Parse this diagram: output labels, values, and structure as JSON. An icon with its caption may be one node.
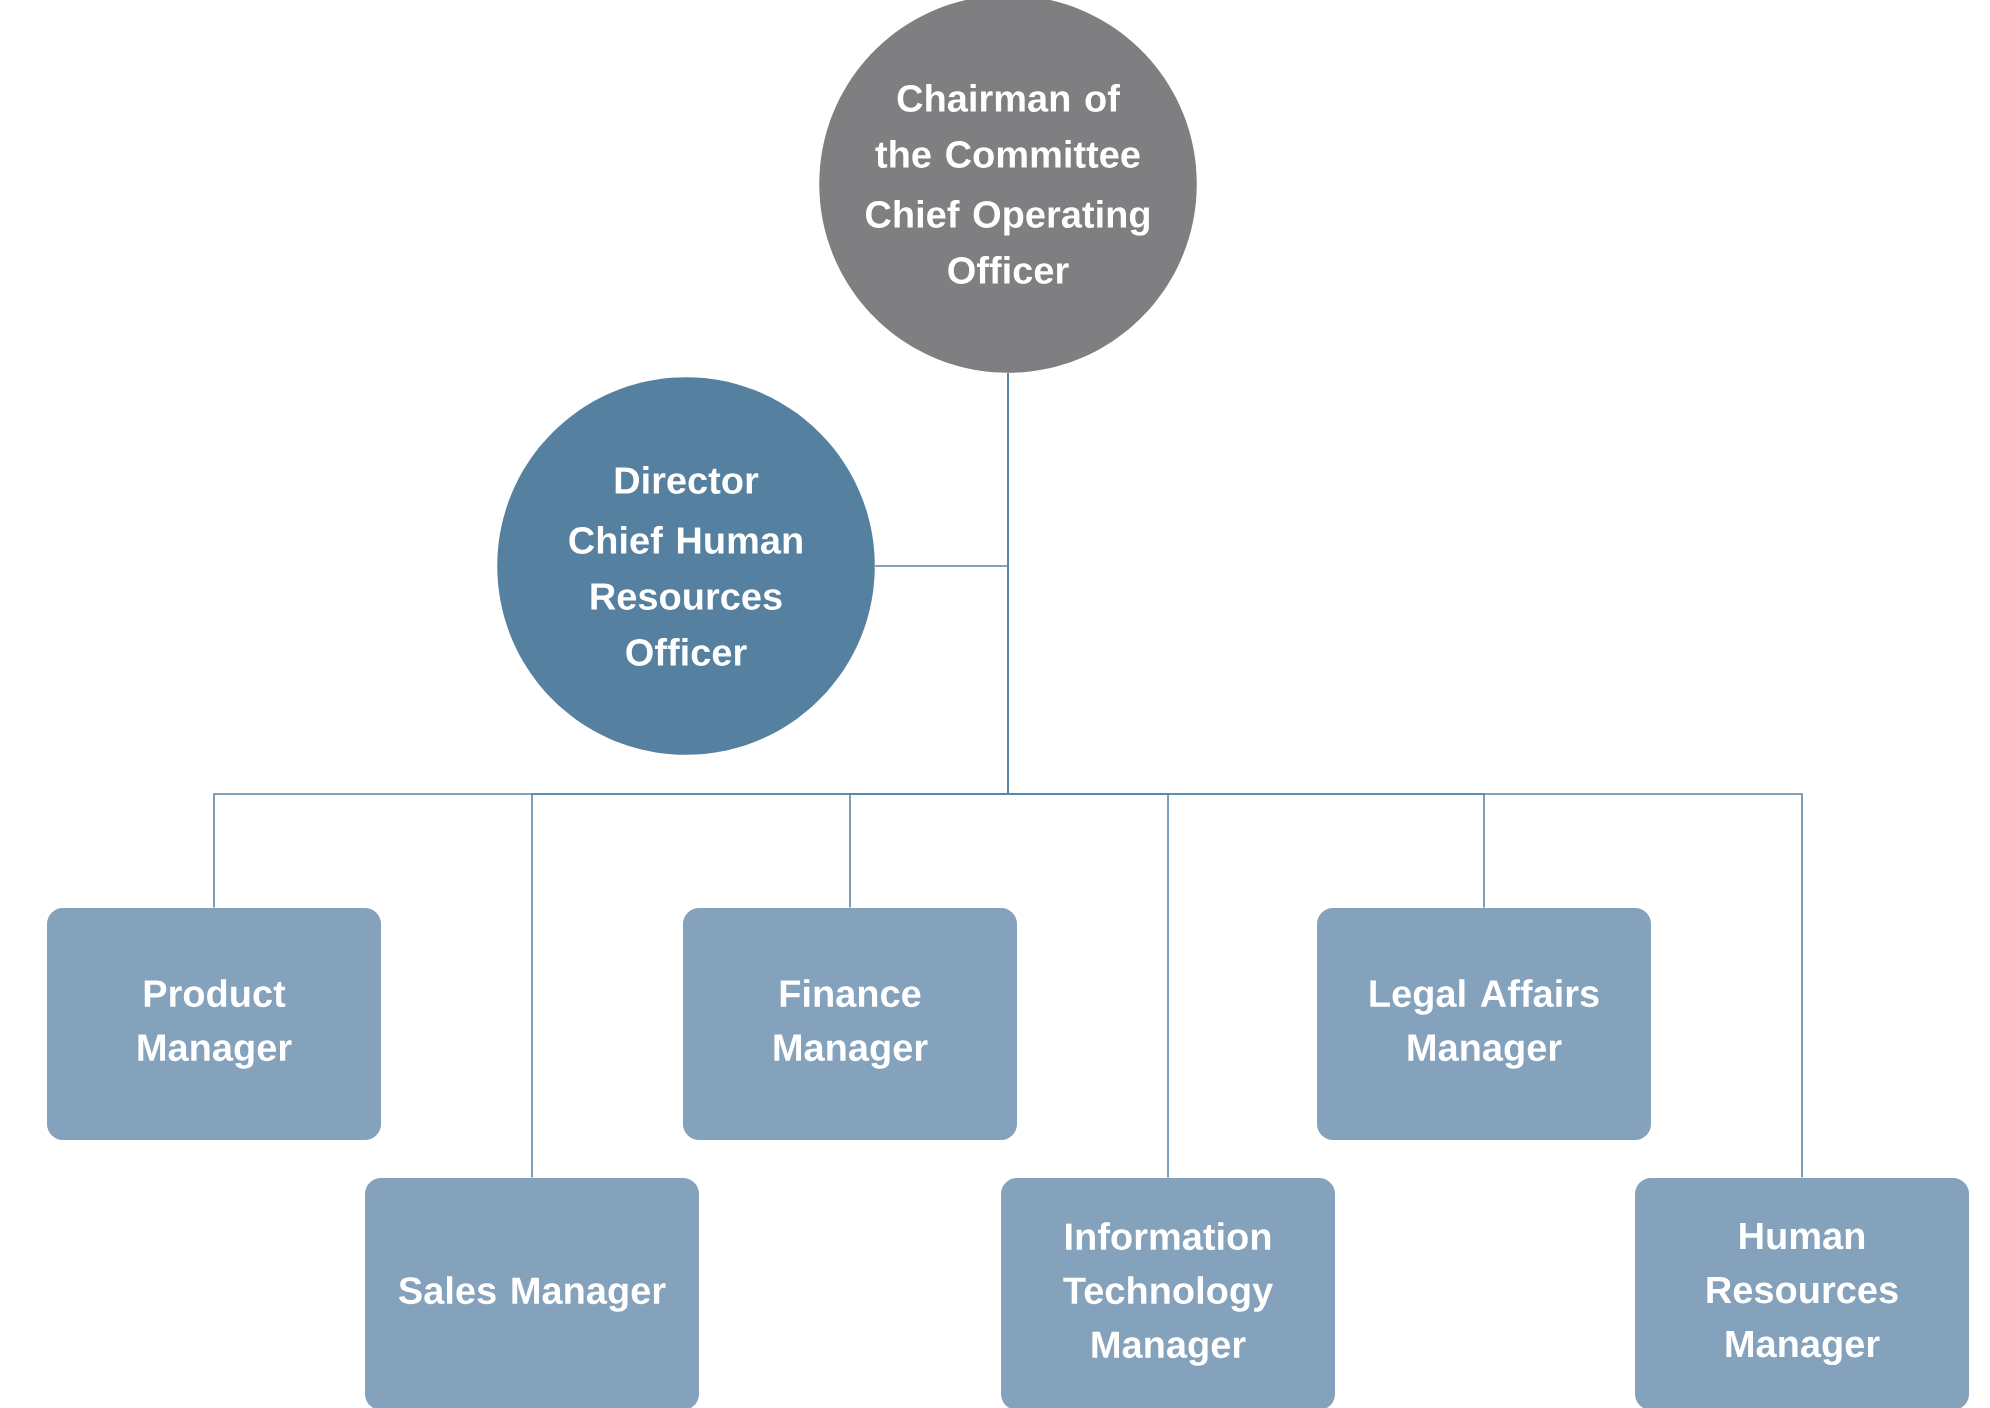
{
  "diagram": {
    "nodes": [
      {
        "text": [
          "Chairman of the Committee",
          "Chief Operating Officer"
        ]
      },
      {
        "text": [
          "Director",
          "Chief Human Resources Officer"
        ]
      },
      {
        "text": [
          "Product Manager"
        ]
      },
      {
        "text": [
          "Sales Manager"
        ]
      },
      {
        "text": [
          "Finance Manager"
        ]
      },
      {
        "text": [
          "Information Technology Manager"
        ]
      },
      {
        "text": [
          "Legal Affairs Manager"
        ]
      },
      {
        "text": [
          "Human Resources Manager"
        ]
      }
    ],
    "edges": [
      {
        "from": 0,
        "to": 1,
        "arrow": "none"
      },
      {
        "from": 0,
        "to": 2,
        "arrow": "none"
      },
      {
        "from": 0,
        "to": 3,
        "arrow": "none"
      },
      {
        "from": 0,
        "to": 4,
        "arrow": "none"
      },
      {
        "from": 0,
        "to": 5,
        "arrow": "none"
      },
      {
        "from": 0,
        "to": 6,
        "arrow": "none"
      },
      {
        "from": 0,
        "to": 7,
        "arrow": "none"
      }
    ]
  }
}
